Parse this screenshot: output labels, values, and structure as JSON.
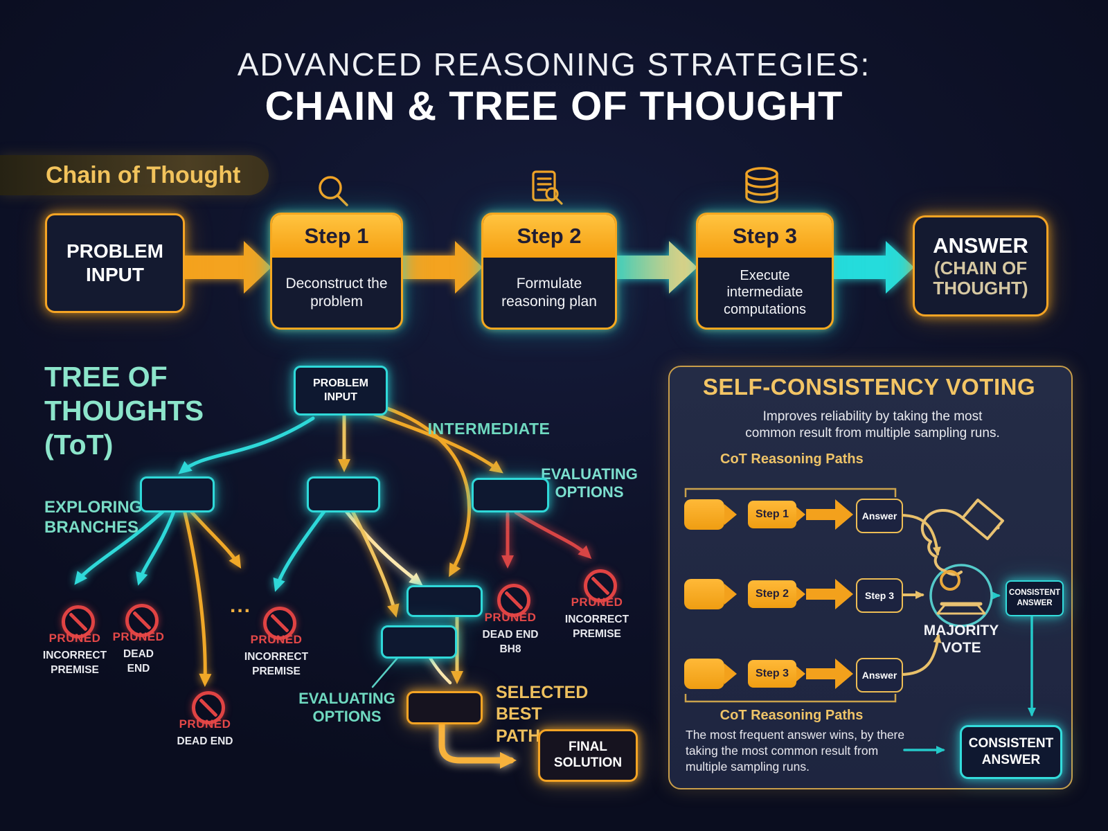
{
  "header": {
    "line1": "ADVANCED REASONING STRATEGIES:",
    "line2": "CHAIN & TREE OF THOUGHT"
  },
  "cot": {
    "badge": "Chain of Thought",
    "problem_input": "PROBLEM INPUT",
    "steps": [
      {
        "label": "Step 1",
        "desc": "Deconstruct the problem",
        "icon": "magnifier-icon"
      },
      {
        "label": "Step 2",
        "desc": "Formulate reasoning plan",
        "icon": "document-search-icon"
      },
      {
        "label": "Step 3",
        "desc": "Execute intermediate computations",
        "icon": "database-icon"
      }
    ],
    "answer_title": "ANSWER",
    "answer_sub": "(CHAIN OF THOUGHT)"
  },
  "tot": {
    "heading_lines": [
      "TREE OF",
      "THOUGHTS",
      "(ToT)"
    ],
    "problem_input": "PROBLEM INPUT",
    "labels": {
      "exploring": "EXPLORING BRANCHES",
      "intermediate": "INTERMEDIATE",
      "evaluating_top": "EVALUATING OPTIONS",
      "evaluating_bottom": "EVALUATING OPTIONS",
      "selected": "SELECTED BEST PATH"
    },
    "dots": "...",
    "final_solution": "FINAL SOLUTION",
    "pruned": [
      {
        "label": "PRUNED",
        "reason": "INCORRECT PREMISE"
      },
      {
        "label": "PRUNED",
        "reason": "DEAD END"
      },
      {
        "label": "PRUNED",
        "reason": "DEAD END"
      },
      {
        "label": "PRUNED",
        "reason": "INCORRECT PREMISE"
      },
      {
        "label": "PRUNED",
        "reason": "DEAD END BH8"
      },
      {
        "label": "PRUNED",
        "reason": "INCORRECT PREMISE"
      }
    ]
  },
  "voting": {
    "title": "SELF-CONSISTENCY VOTING",
    "subtitle": "Improves reliability by taking the most common result from multiple sampling runs.",
    "paths_label_top": "CoT Reasoning Paths",
    "paths_label_bottom": "CoT Reasoning Paths",
    "rows": [
      {
        "step": "Step 1",
        "result": "Answer"
      },
      {
        "step": "Step 2",
        "result": "Step 3"
      },
      {
        "step": "Step 3",
        "result": "Answer"
      }
    ],
    "majority_vote": "MAJORITY VOTE",
    "consistent_small": "CONSISTENT ANSWER",
    "consistent_large": "CONSISTENT ANSWER",
    "footnote": "The most frequent answer wins, by there taking the most common result from multiple sampling runs."
  },
  "colors": {
    "background": "#0e1229",
    "accent_orange": "#f5a424",
    "accent_cyan": "#2fd9d9",
    "teal_text": "#79dcc5",
    "gold_text": "#f2c464",
    "red": "#e04343",
    "panel_fill": "#212940",
    "panel_border": "#c99e4a"
  }
}
